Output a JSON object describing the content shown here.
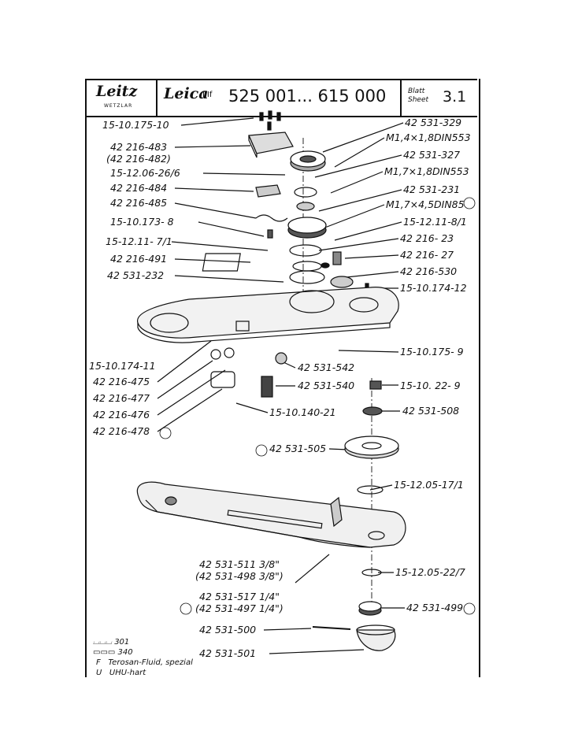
{
  "header": {
    "maker_logo": "Leitz",
    "maker_sub": "WETZLAR",
    "brand_logo": "Leica",
    "model": "IIIf",
    "serial_range": "525 001... 615 000",
    "sheet_label_de": "Blatt",
    "sheet_label_en": "Sheet",
    "sheet_number": "3.1"
  },
  "left_labels": [
    "15-10.175-10",
    "42 216-483",
    "(42 216-482)",
    "15-12.06-26/6",
    "42 216-484",
    "42 216-485",
    "15-10.173- 8",
    "15-12.11- 7/1",
    "42 216-491",
    "42 531-232",
    "15-10.174-11",
    "42 216-475",
    "42 216-477",
    "42 216-476",
    "42 216-478"
  ],
  "right_labels": [
    "42 531-329",
    "M1,4×1,8DIN553",
    "42 531-327",
    "M1,7×1,8DIN553",
    "42 531-231",
    "M1,7×4,5DIN85",
    "15-12.11-8/1",
    "42 216- 23",
    "42 216- 27",
    "42 216-530",
    "15-10.174-12",
    "15-10.175- 9"
  ],
  "middle_labels": [
    "42 531-542",
    "42 531-540",
    "15-10. 22- 9",
    "42 531-508",
    "15-10.140-21",
    "42 531-505",
    "15-12.05-17/1",
    "15-12.05-22/7",
    "42 531-499"
  ],
  "bottom_labels": [
    "42 531-511  3/8\"",
    "(42 531-498  3/8\")",
    "42 531-517  1/4\"",
    "(42 531-497  1/4\")",
    "42 531-500",
    "42 531-501"
  ],
  "legend": [
    {
      "symbol": "⌴⌴⌴",
      "text": "301"
    },
    {
      "symbol": "▭▭▭",
      "text": "340"
    },
    {
      "symbol": "F",
      "text": "Terosan-Fluid, spezial"
    },
    {
      "symbol": "U",
      "text": "UHU-hart"
    }
  ]
}
